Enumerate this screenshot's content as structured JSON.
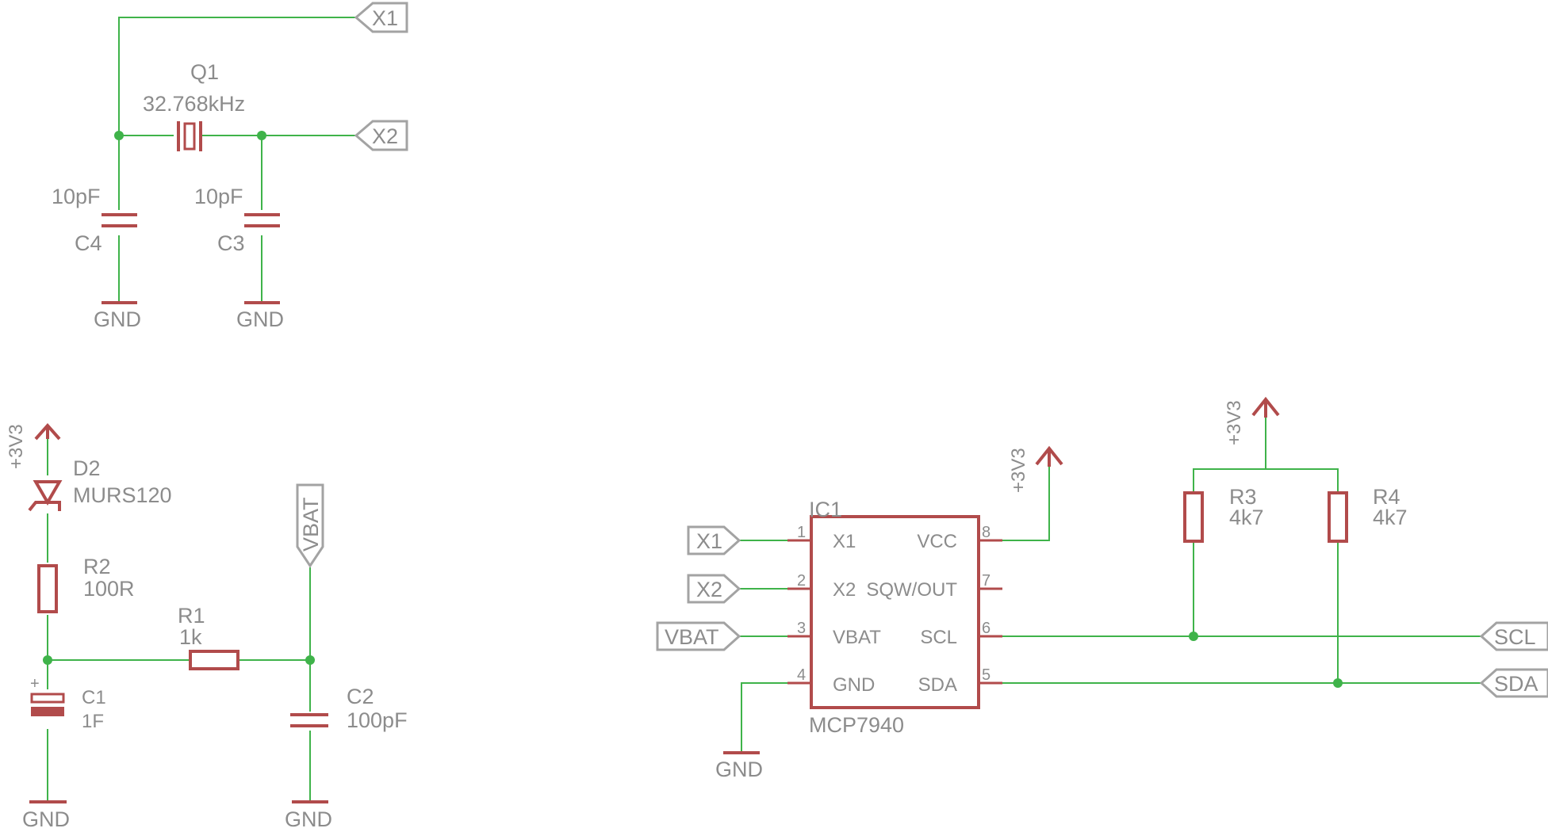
{
  "crystal_section": {
    "q1": {
      "name": "Q1",
      "value": "32.768kHz"
    },
    "c4": {
      "name": "C4",
      "value": "10pF"
    },
    "c3": {
      "name": "C3",
      "value": "10pF"
    },
    "gnd_left": "GND",
    "gnd_right": "GND",
    "port_x1": "X1",
    "port_x2": "X2"
  },
  "battery_section": {
    "supply": "+3V3",
    "d2": {
      "name": "D2",
      "value": "MURS120"
    },
    "r2": {
      "name": "R2",
      "value": "100R"
    },
    "r1": {
      "name": "R1",
      "value": "1k"
    },
    "c1": {
      "name": "C1",
      "value": "1F",
      "polarity": "+"
    },
    "c2": {
      "name": "C2",
      "value": "100pF"
    },
    "port_vbat": "VBAT",
    "gnd_left": "GND",
    "gnd_right": "GND"
  },
  "rtc_section": {
    "ic": {
      "name": "IC1",
      "part": "MCP7940",
      "pins": [
        {
          "num": "1",
          "label": "X1"
        },
        {
          "num": "2",
          "label": "X2"
        },
        {
          "num": "3",
          "label": "VBAT"
        },
        {
          "num": "4",
          "label": "GND"
        },
        {
          "num": "8",
          "label": "VCC"
        },
        {
          "num": "7",
          "label": "SQW/OUT"
        },
        {
          "num": "6",
          "label": "SCL"
        },
        {
          "num": "5",
          "label": "SDA"
        }
      ]
    },
    "ports": {
      "x1": "X1",
      "x2": "X2",
      "vbat": "VBAT",
      "scl": "SCL",
      "sda": "SDA"
    },
    "gnd": "GND",
    "supply_ic": "+3V3",
    "supply_pullups": "+3V3",
    "r3": {
      "name": "R3",
      "value": "4k7"
    },
    "r4": {
      "name": "R4",
      "value": "4k7"
    }
  },
  "colors": {
    "wire": "#3fb34a",
    "symbol": "#b14b4b",
    "label": "#8c8c8c",
    "port_outline": "#a3a3a3"
  }
}
